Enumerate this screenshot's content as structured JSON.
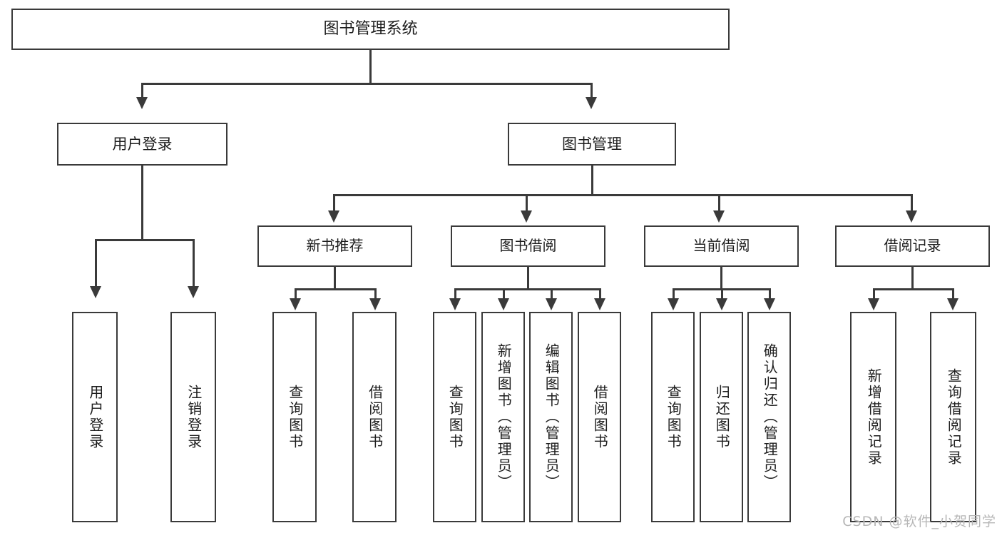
{
  "diagram": {
    "title": "图书管理系统",
    "type": "功能结构图",
    "watermark": "CSDN @软件_小贺同学",
    "style": {
      "border_color": "#3a3a3a",
      "background": "#ffffff",
      "text_color": "#1d1d1d",
      "watermark_color": "#b7b7b7"
    }
  },
  "nodes": {
    "root": {
      "label": "图书管理系统"
    },
    "level2": [
      {
        "id": "user-login",
        "label": "用户登录"
      },
      {
        "id": "book-management",
        "label": "图书管理"
      }
    ],
    "level3": [
      {
        "id": "new-book-recommend",
        "label": "新书推荐"
      },
      {
        "id": "book-borrow",
        "label": "图书借阅"
      },
      {
        "id": "current-borrow",
        "label": "当前借阅"
      },
      {
        "id": "borrow-record",
        "label": "借阅记录"
      }
    ],
    "leaves": {
      "user-login": [
        {
          "id": "leaf-user-login",
          "label": "用户登录"
        },
        {
          "id": "leaf-user-logout",
          "label": "注销登录"
        }
      ],
      "new-book-recommend": [
        {
          "id": "leaf-query-book-1",
          "label": "查询图书"
        },
        {
          "id": "leaf-borrow-book-1",
          "label": "借阅图书"
        }
      ],
      "book-borrow": [
        {
          "id": "leaf-query-book-2",
          "label": "查询图书"
        },
        {
          "id": "leaf-add-book",
          "label": "新增图书（管理员）"
        },
        {
          "id": "leaf-edit-book",
          "label": "编辑图书（管理员）"
        },
        {
          "id": "leaf-borrow-book-2",
          "label": "借阅图书"
        }
      ],
      "current-borrow": [
        {
          "id": "leaf-query-book-3",
          "label": "查询图书"
        },
        {
          "id": "leaf-return-book",
          "label": "归还图书"
        },
        {
          "id": "leaf-confirm-return",
          "label": "确认归还（管理员）"
        }
      ],
      "borrow-record": [
        {
          "id": "leaf-add-record",
          "label": "新增借阅记录"
        },
        {
          "id": "leaf-query-record",
          "label": "查询借阅记录"
        }
      ]
    }
  }
}
